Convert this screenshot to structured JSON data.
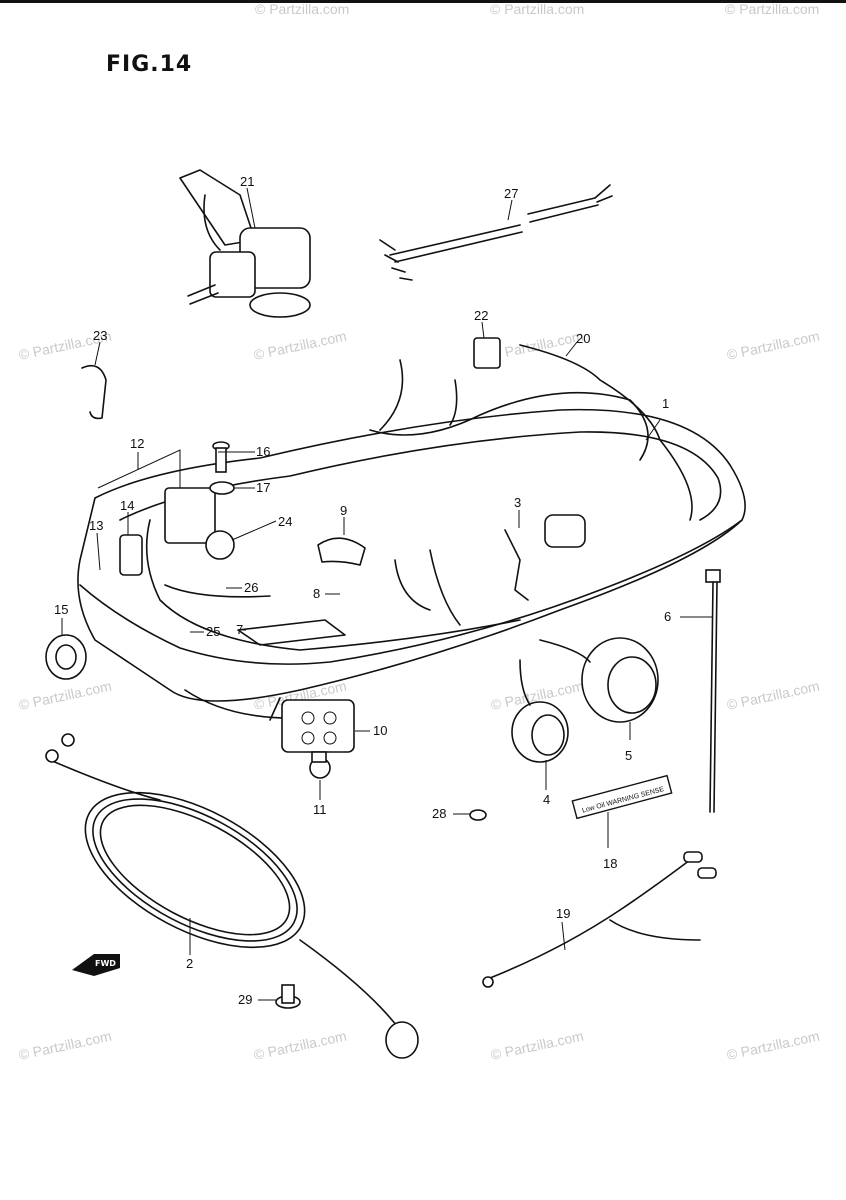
{
  "figure": {
    "title": "FIG.14"
  },
  "watermark": {
    "text": "© Partzilla.com"
  },
  "parts": [
    {
      "number": "1"
    },
    {
      "number": "2"
    },
    {
      "number": "3"
    },
    {
      "number": "4"
    },
    {
      "number": "5"
    },
    {
      "number": "6"
    },
    {
      "number": "7"
    },
    {
      "number": "8"
    },
    {
      "number": "9"
    },
    {
      "number": "10"
    },
    {
      "number": "11"
    },
    {
      "number": "12"
    },
    {
      "number": "13"
    },
    {
      "number": "14"
    },
    {
      "number": "15"
    },
    {
      "number": "16"
    },
    {
      "number": "17"
    },
    {
      "number": "18"
    },
    {
      "number": "19"
    },
    {
      "number": "20"
    },
    {
      "number": "21"
    },
    {
      "number": "22"
    },
    {
      "number": "23"
    },
    {
      "number": "24"
    },
    {
      "number": "25"
    },
    {
      "number": "26"
    },
    {
      "number": "27"
    },
    {
      "number": "28"
    },
    {
      "number": "29"
    }
  ],
  "decal": {
    "text": "Low Oil WARNING SENSE"
  },
  "fwd_arrow": {
    "text": "FWD"
  },
  "colors": {
    "ink": "#111111",
    "watermark": "#c9c9c9",
    "background": "#ffffff"
  }
}
